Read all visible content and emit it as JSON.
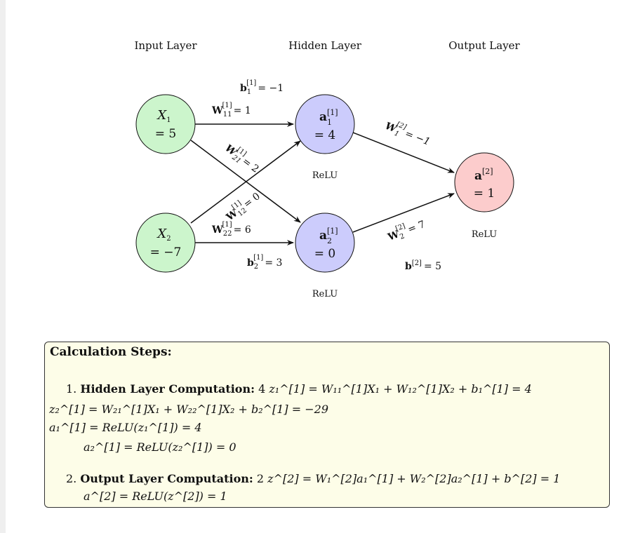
{
  "layers": {
    "input": "Input Layer",
    "hidden": "Hidden Layer",
    "output": "Output Layer"
  },
  "nodes": {
    "x1": {
      "name": "X",
      "sub": "1",
      "value": "= 5"
    },
    "x2": {
      "name": "X",
      "sub": "2",
      "value": "= −7"
    },
    "h1": {
      "name": "a",
      "sub": "1",
      "sup": "[1]",
      "value": "= 4",
      "activation": "ReLU"
    },
    "h2": {
      "name": "a",
      "sub": "2",
      "sup": "[1]",
      "value": "= 0",
      "activation": "ReLU"
    },
    "out": {
      "name": "a",
      "sup": "[2]",
      "value": "= 1",
      "activation": "ReLU"
    }
  },
  "weights": {
    "w11": {
      "name": "W",
      "sub": "11",
      "sup": "[1]",
      "value": "= 1"
    },
    "w21": {
      "name": "W",
      "sub": "21",
      "sup": "[1]",
      "value": "= 2"
    },
    "w12": {
      "name": "W",
      "sub": "12",
      "sup": "[1]",
      "value": "= 0"
    },
    "w22": {
      "name": "W",
      "sub": "22",
      "sup": "[1]",
      "value": "= 6"
    },
    "w1o": {
      "name": "W",
      "sub": "1",
      "sup": "[2]",
      "value": "= −1"
    },
    "w2o": {
      "name": "W",
      "sub": "2",
      "sup": "[2]",
      "value": "= 7"
    }
  },
  "biases": {
    "b1": {
      "name": "b",
      "sub": "1",
      "sup": "[1]",
      "value": "= −1"
    },
    "b2": {
      "name": "b",
      "sub": "2",
      "sup": "[1]",
      "value": "= 3"
    },
    "bo": {
      "name": "b",
      "sup": "[2]",
      "value": "= 5"
    }
  },
  "colors": {
    "input_fill": "#ccf5cc",
    "hidden_fill": "#ccccfc",
    "output_fill": "#fccccc",
    "box_fill": "#fdfde8"
  },
  "steps": {
    "title": "Calculation Steps:",
    "s1_num": "1.",
    "s1_label": "Hidden Layer Computation:",
    "s1_count": "4",
    "s1_eq1": "z₁^[1] = W₁₁^[1]X₁ + W₁₂^[1]X₂ + b₁^[1] = 4",
    "s1_eq2": "z₂^[1] = W₂₁^[1]X₁ + W₂₂^[1]X₂ + b₂^[1] = −29",
    "s1_eq3": "a₁^[1] = ReLU(z₁^[1]) = 4",
    "s1_eq4": "a₂^[1] = ReLU(z₂^[1]) = 0",
    "s2_num": "2.",
    "s2_label": "Output Layer Computation:",
    "s2_count": "2",
    "s2_eq1": "z^[2] = W₁^[2]a₁^[1] + W₂^[2]a₂^[1] + b^[2] = 1",
    "s2_eq2": "a^[2] = ReLU(z^[2]) = 1"
  }
}
